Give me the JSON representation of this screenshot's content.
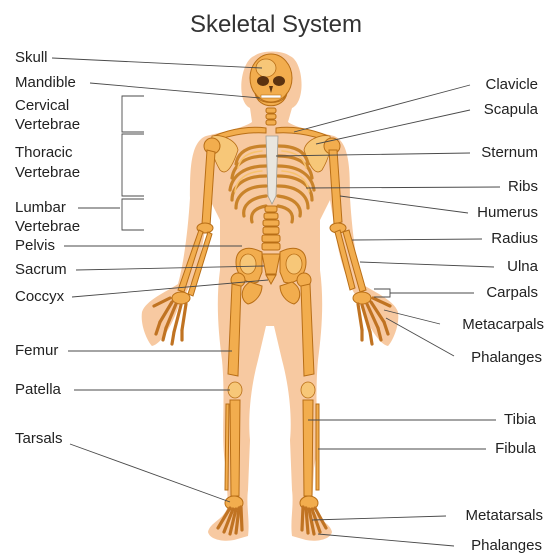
{
  "title": "Skeletal System",
  "colors": {
    "body": "#f7c9a1",
    "bone": "#f2ad4e",
    "bone_outline": "#b86e16",
    "leader": "#4a4a4a"
  },
  "left_labels": [
    {
      "id": "skull",
      "lines": [
        "Skull"
      ]
    },
    {
      "id": "mandible",
      "lines": [
        "Mandible"
      ]
    },
    {
      "id": "cervical",
      "lines": [
        "Cervical",
        "Vertebrae"
      ]
    },
    {
      "id": "thoracic",
      "lines": [
        "Thoracic",
        "Vertebrae"
      ]
    },
    {
      "id": "lumbar",
      "lines": [
        "Lumbar",
        "Vertebrae"
      ]
    },
    {
      "id": "pelvis",
      "lines": [
        "Pelvis"
      ]
    },
    {
      "id": "sacrum",
      "lines": [
        "Sacrum"
      ]
    },
    {
      "id": "coccyx",
      "lines": [
        "Coccyx"
      ]
    },
    {
      "id": "femur",
      "lines": [
        "Femur"
      ]
    },
    {
      "id": "patella",
      "lines": [
        "Patella"
      ]
    },
    {
      "id": "tarsals",
      "lines": [
        "Tarsals"
      ]
    }
  ],
  "right_labels": [
    {
      "id": "clavicle",
      "lines": [
        "Clavicle"
      ]
    },
    {
      "id": "scapula",
      "lines": [
        "Scapula"
      ]
    },
    {
      "id": "sternum",
      "lines": [
        "Sternum"
      ]
    },
    {
      "id": "ribs",
      "lines": [
        "Ribs"
      ]
    },
    {
      "id": "humerus",
      "lines": [
        "Humerus"
      ]
    },
    {
      "id": "radius",
      "lines": [
        "Radius"
      ]
    },
    {
      "id": "ulna",
      "lines": [
        "Ulna"
      ]
    },
    {
      "id": "carpals",
      "lines": [
        "Carpals"
      ]
    },
    {
      "id": "metacarpals",
      "lines": [
        "Metacarpals"
      ]
    },
    {
      "id": "phalanges-hand",
      "lines": [
        "Phalanges"
      ]
    },
    {
      "id": "tibia",
      "lines": [
        "Tibia"
      ]
    },
    {
      "id": "fibula",
      "lines": [
        "Fibula"
      ]
    },
    {
      "id": "metatarsals",
      "lines": [
        "Metatarsals"
      ]
    },
    {
      "id": "phalanges-foot",
      "lines": [
        "Phalanges"
      ]
    }
  ]
}
